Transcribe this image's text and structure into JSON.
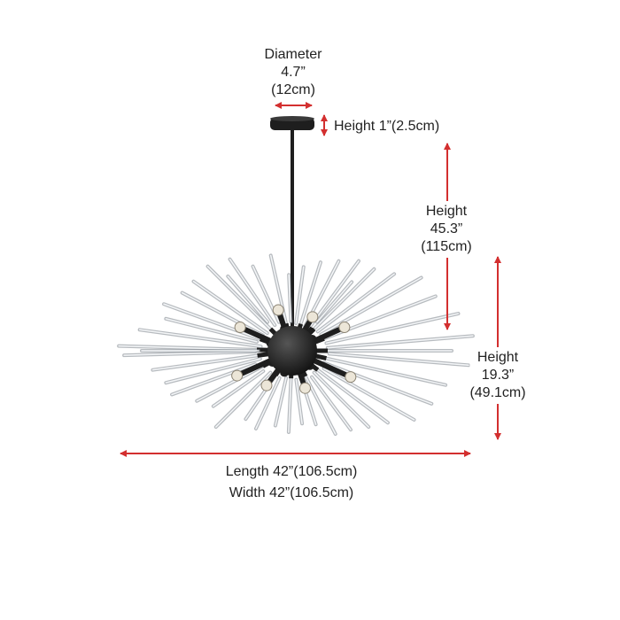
{
  "dimensions": {
    "diameter": {
      "label": "Diameter",
      "inches": "4.7”",
      "cm": "(12cm)"
    },
    "canopy_height": {
      "text": "Height 1”(2.5cm)"
    },
    "drop_height": {
      "label": "Height",
      "inches": "45.3”",
      "cm": "(115cm)"
    },
    "fixture_height": {
      "label": "Height",
      "inches": "19.3”",
      "cm": "(49.1cm)"
    },
    "length": {
      "text": "Length 42”(106.5cm)"
    },
    "width": {
      "text": "Width 42”(106.5cm)"
    }
  },
  "colors": {
    "arrow": "#d32f2f",
    "fixture": "#1e1e1e",
    "glass": "#b9bec4",
    "glass_edge": "#7d848c",
    "bulb": "#ece6d8"
  }
}
